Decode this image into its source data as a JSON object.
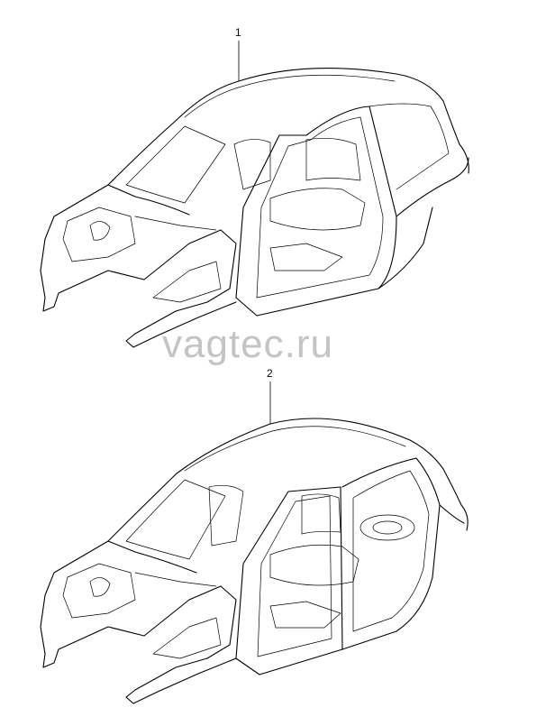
{
  "callouts": [
    {
      "number": "1"
    },
    {
      "number": "2"
    }
  ],
  "watermark": "vagtec.ru"
}
